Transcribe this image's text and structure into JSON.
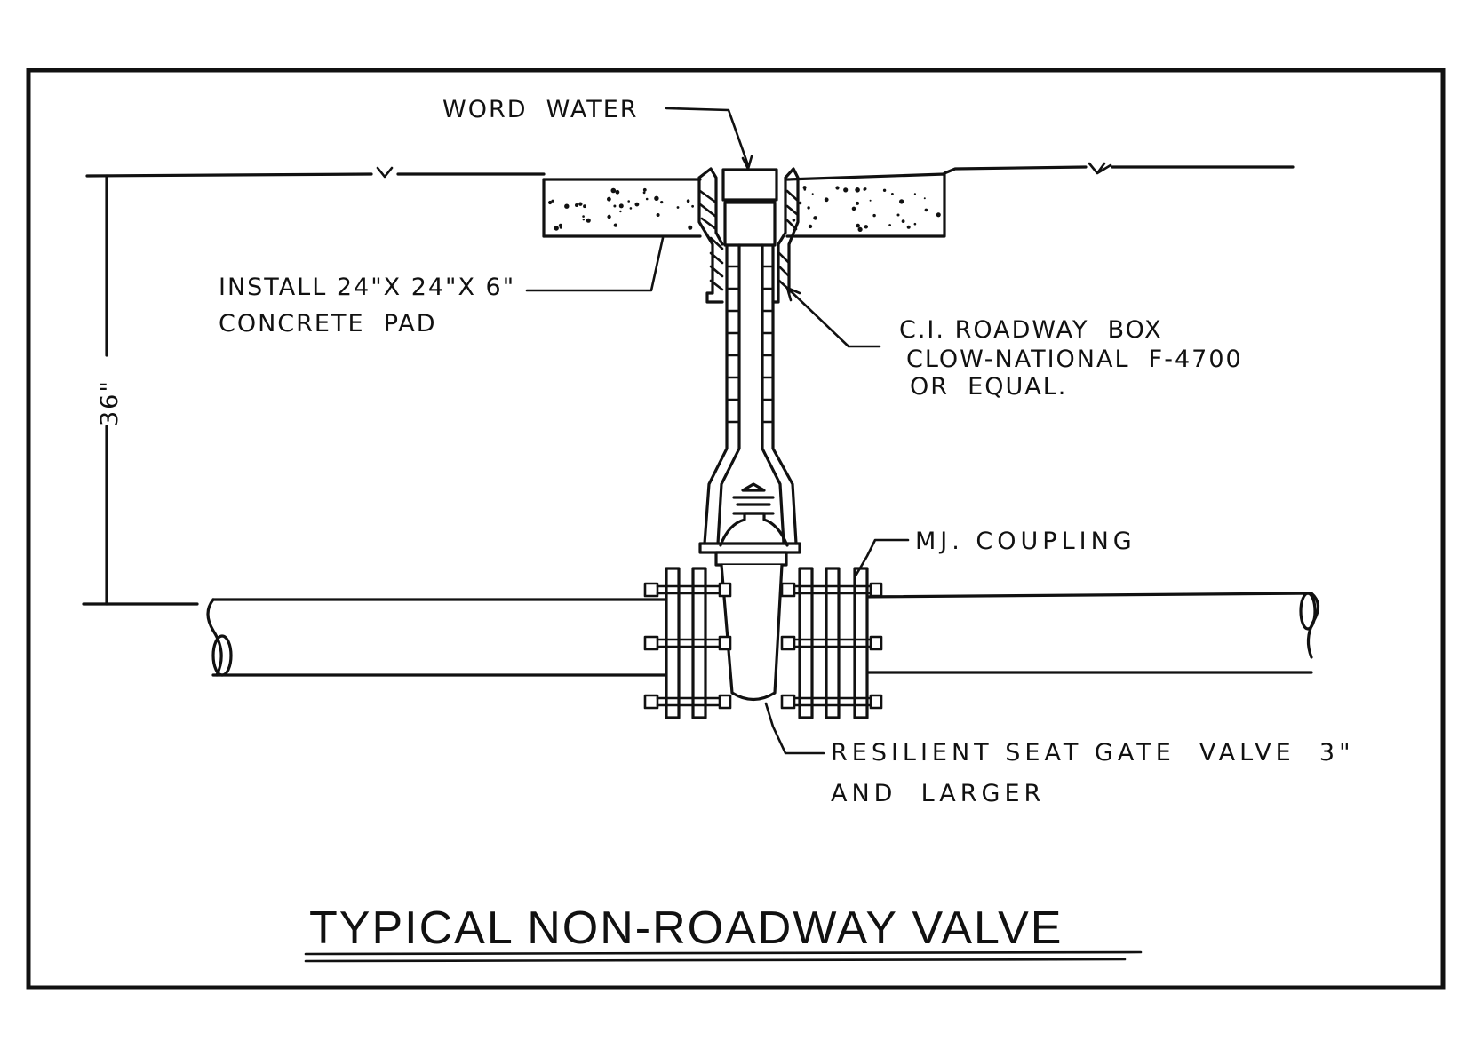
{
  "drawing": {
    "title": "TYPICAL NON-ROADWAY VALVE",
    "colors": {
      "ink": "#111111",
      "paper": "#ffffff"
    },
    "labels": {
      "word_water": "WORD  WATER",
      "concrete_pad_line1": "INSTALL 24\"X 24\"X 6\"",
      "concrete_pad_line2": "CONCRETE  PAD",
      "roadway_box_line1": "C.I. ROADWAY  BOX",
      "roadway_box_line2": "CLOW-NATIONAL  F-4700",
      "roadway_box_line3": "OR  EQUAL.",
      "mj_coupling": "MJ. COUPLING",
      "gate_valve_line1": "RESILIENT SEAT GATE  VALVE  3\"",
      "gate_valve_line2": "AND  LARGER",
      "depth_dimension": "36\""
    },
    "symbols": {
      "grade_marker_left": "finished-grade-symbol",
      "grade_marker_right": "finished-grade-symbol"
    }
  }
}
